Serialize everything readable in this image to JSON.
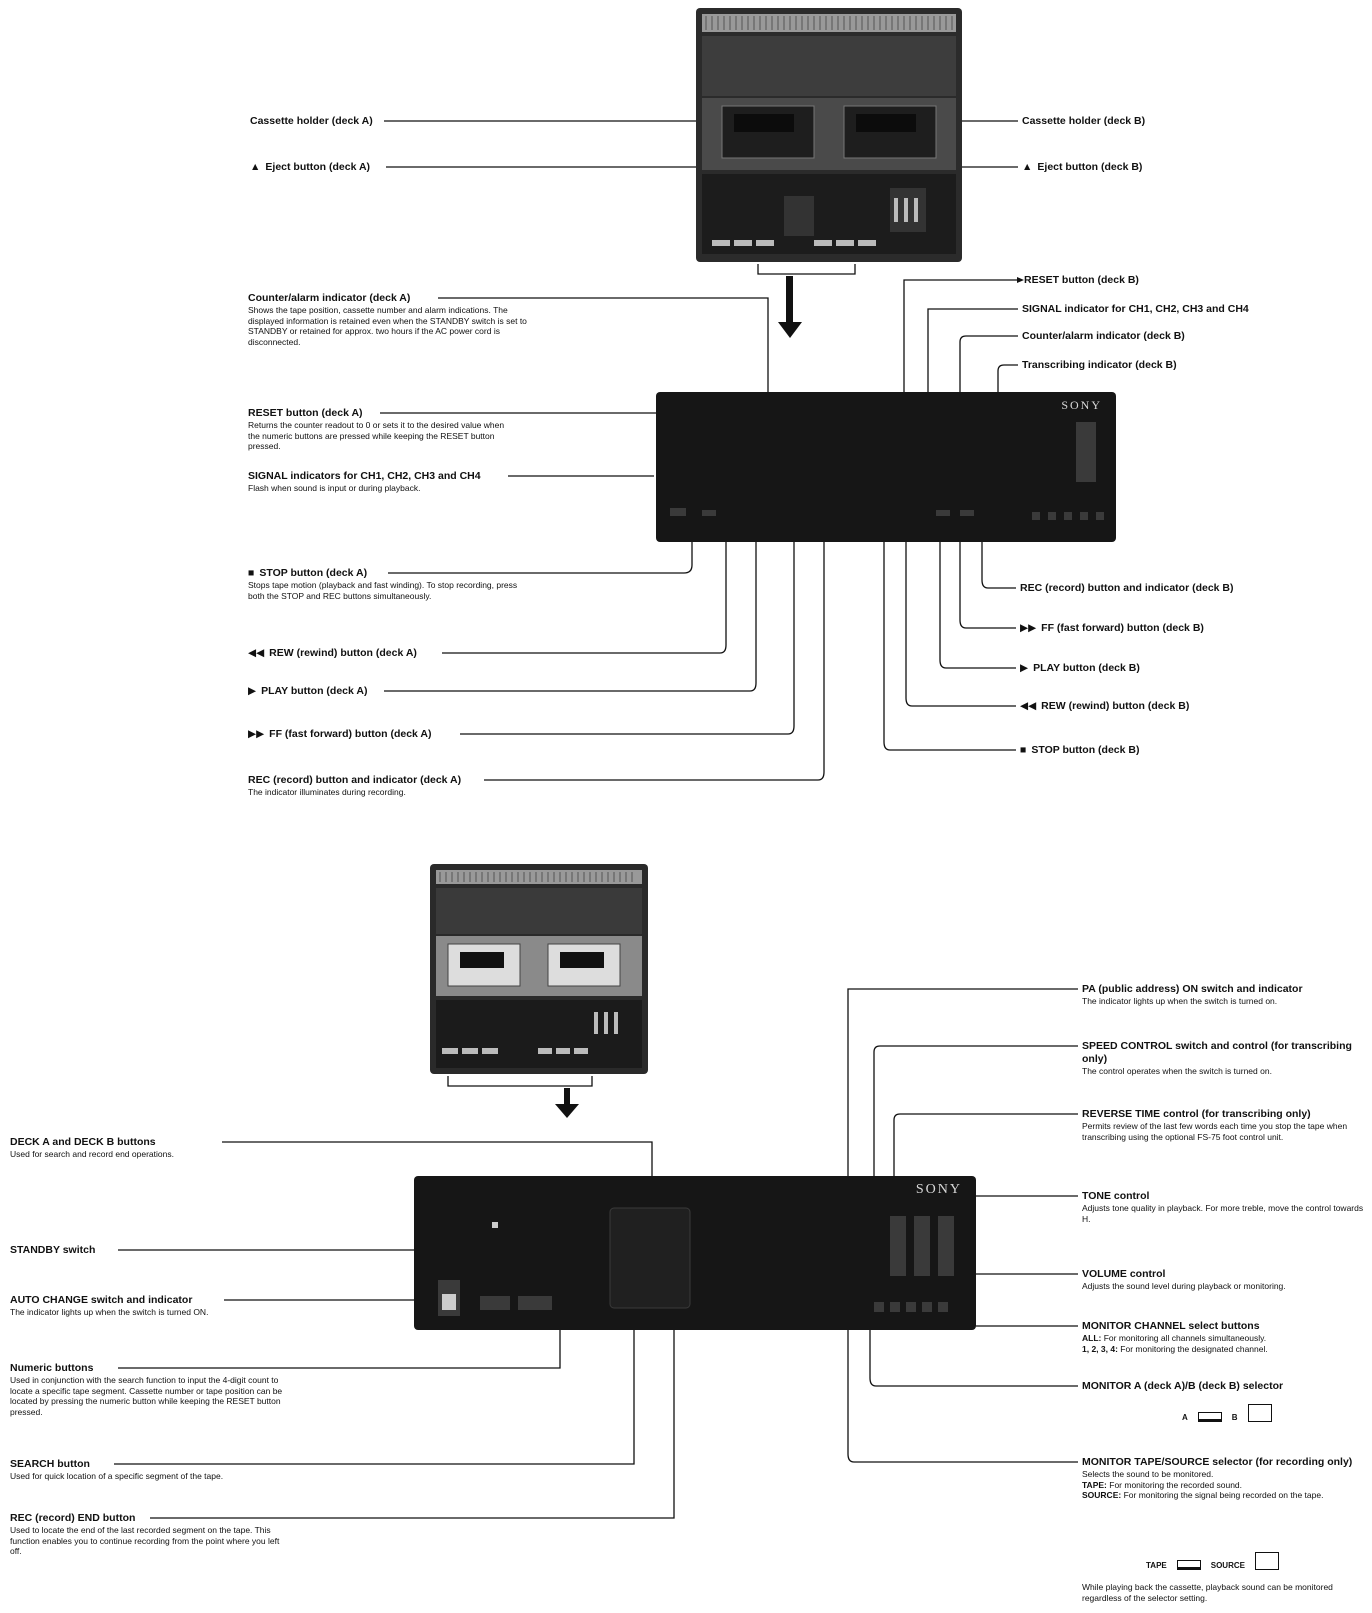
{
  "panel": {
    "brand": "SONY"
  },
  "labels": {
    "cassette_a": {
      "text": "Cassette holder (deck A)"
    },
    "eject_a": {
      "glyph": "▲",
      "text": "Eject button (deck A)"
    },
    "cassette_b": {
      "text": "Cassette holder (deck B)"
    },
    "eject_b": {
      "glyph": "▲",
      "text": "Eject button (deck B)"
    },
    "counter_a": {
      "title": "Counter/alarm indicator (deck A)",
      "desc": "Shows the tape position, cassette number and alarm indications. The displayed information is retained even when the STANDBY switch is set to STANDBY or retained for approx. two hours if the AC power cord is disconnected."
    },
    "reset_a": {
      "title": "RESET button (deck A)",
      "desc": "Returns the counter readout to 0 or sets it to the desired value when the numeric buttons are pressed while keeping the RESET button pressed."
    },
    "signal_left": {
      "title": "SIGNAL indicators for CH1, CH2, CH3 and CH4",
      "desc": "Flash when sound is input or during playback."
    },
    "stop_a": {
      "glyph": "■",
      "title": "STOP button (deck A)",
      "desc": "Stops tape motion (playback and fast winding). To stop recording, press both the STOP and REC buttons simultaneously."
    },
    "rew_a": {
      "glyph": "◀◀",
      "text": "REW (rewind) button (deck A)"
    },
    "play_a": {
      "glyph": "▶",
      "text": "PLAY button (deck A)"
    },
    "ff_a": {
      "glyph": "▶▶",
      "text": "FF (fast forward) button (deck A)"
    },
    "rec_a": {
      "title": "REC (record) button and indicator (deck A)",
      "desc": "The indicator illuminates during recording."
    },
    "reset_b": {
      "text": "RESET button (deck B)"
    },
    "signal_right": {
      "text": "SIGNAL indicator for CH1, CH2, CH3 and CH4"
    },
    "counter_b": {
      "text": "Counter/alarm indicator (deck B)"
    },
    "transcribing": {
      "text": "Transcribing indicator (deck B)"
    },
    "rec_b": {
      "text": "REC (record) button and indicator (deck B)"
    },
    "ff_b": {
      "glyph": "▶▶",
      "text": "FF (fast forward) button (deck B)"
    },
    "play_b": {
      "glyph": "▶",
      "text": "PLAY button (deck B)"
    },
    "rew_b": {
      "glyph": "◀◀",
      "text": "REW (rewind) button (deck B)"
    },
    "stop_b": {
      "glyph": "■",
      "text": "STOP button (deck B)"
    },
    "deck_ab": {
      "title": "DECK A and DECK B buttons",
      "desc": "Used for search and record end operations."
    },
    "standby": {
      "title": "STANDBY switch"
    },
    "auto_change": {
      "title": "AUTO CHANGE switch and indicator",
      "desc": "The indicator lights up when the switch is turned ON."
    },
    "numeric": {
      "title": "Numeric buttons",
      "desc": "Used in conjunction with the search function to input the 4-digit count to locate a specific tape segment. Cassette number or tape position can be located by pressing the numeric button while keeping the RESET button pressed."
    },
    "search": {
      "title": "SEARCH button",
      "desc": "Used for quick location of a specific segment of the tape."
    },
    "rec_end": {
      "title": "REC (record) END button",
      "desc": "Used to locate the end of the last recorded segment on the tape. This function enables you to continue recording from the point where you left off."
    },
    "pa_on": {
      "title": "PA (public address) ON switch and indicator",
      "desc": "The indicator lights up when the switch is turned on."
    },
    "speed": {
      "title": "SPEED CONTROL switch and control (for transcribing only)",
      "desc": "The control operates when the switch is turned on."
    },
    "reverse": {
      "title": "REVERSE TIME control (for transcribing only)",
      "desc": "Permits review of the last few words each time you stop the tape when transcribing using the optional FS-75 foot control unit."
    },
    "tone": {
      "title": "TONE control",
      "desc": "Adjusts tone quality in playback. For more treble, move the control towards H."
    },
    "volume": {
      "title": "VOLUME control",
      "desc": "Adjusts the sound level during playback or monitoring."
    },
    "monitor_channel": {
      "title": "MONITOR CHANNEL select buttons",
      "line1_key": "ALL:",
      "line1_text": "For monitoring all channels simultaneously.",
      "line2_key": "1, 2, 3, 4:",
      "line2_text": "For monitoring the designated channel."
    },
    "monitor_ab": {
      "title": "MONITOR A (deck A)/B (deck B) selector",
      "opt_a": "A",
      "opt_b": "B"
    },
    "monitor_tape": {
      "title": "MONITOR TAPE/SOURCE selector (for recording only)",
      "desc": "Selects the sound to be monitored.",
      "tape_key": "TAPE:",
      "tape_text": "For monitoring the recorded sound.",
      "source_key": "SOURCE:",
      "source_text": "For monitoring the signal being recorded on the tape.",
      "opt_tape": "TAPE",
      "opt_source": "SOURCE",
      "note": "While playing back the cassette, playback sound can be monitored regardless of the selector setting."
    }
  }
}
